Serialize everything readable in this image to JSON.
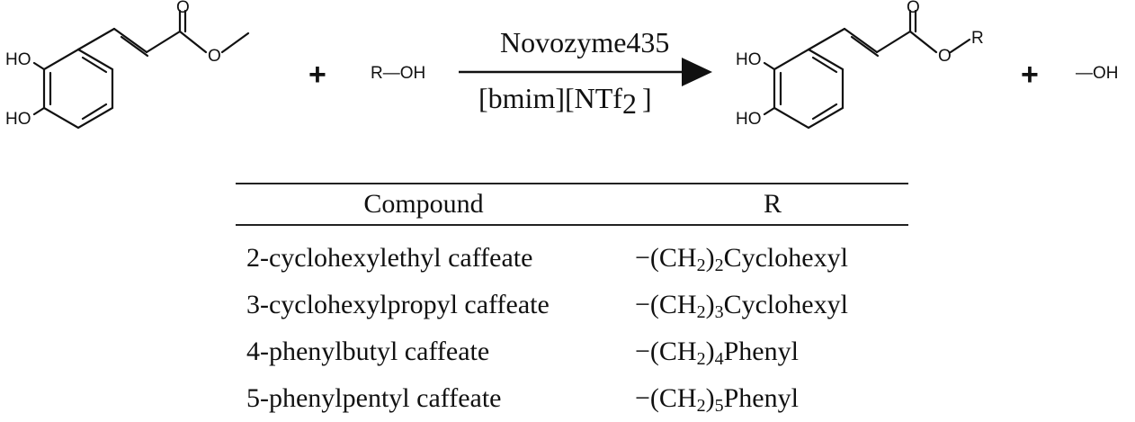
{
  "scheme": {
    "reactant_labels": {
      "ho_top": "HO",
      "ho_bottom": "HO",
      "ester_o": "O",
      "carbonyl_o": "O"
    },
    "alcohol_label": "R—OH",
    "plus_sign": "+",
    "catalyst": "Novozyme435",
    "solvent_main": "[bmim][NTf",
    "solvent_sub": "2",
    "solvent_close": "]",
    "product_labels": {
      "ho_top": "HO",
      "ho_bottom": "HO",
      "ester_o": "O",
      "carbonyl_o": "O",
      "r_group": "R"
    },
    "byproduct_label": "—OH"
  },
  "table": {
    "headers": {
      "compound": "Compound",
      "r": "R"
    },
    "rows": [
      {
        "compound": "2-cyclohexylethyl caffeate",
        "r_prefix": "−(CH",
        "r_sub1": "2",
        "r_mid": ")",
        "r_sub2": "2",
        "r_suffix": "Cyclohexyl"
      },
      {
        "compound": "3-cyclohexylpropyl caffeate",
        "r_prefix": "−(CH",
        "r_sub1": "2",
        "r_mid": ")",
        "r_sub2": "3",
        "r_suffix": "Cyclohexyl"
      },
      {
        "compound": "4-phenylbutyl caffeate",
        "r_prefix": "−(CH",
        "r_sub1": "2",
        "r_mid": ")",
        "r_sub2": "4",
        "r_suffix": "Phenyl"
      },
      {
        "compound": "5-phenylpentyl caffeate",
        "r_prefix": "−(CH",
        "r_sub1": "2",
        "r_mid": ")",
        "r_sub2": "5",
        "r_suffix": "Phenyl"
      }
    ]
  }
}
